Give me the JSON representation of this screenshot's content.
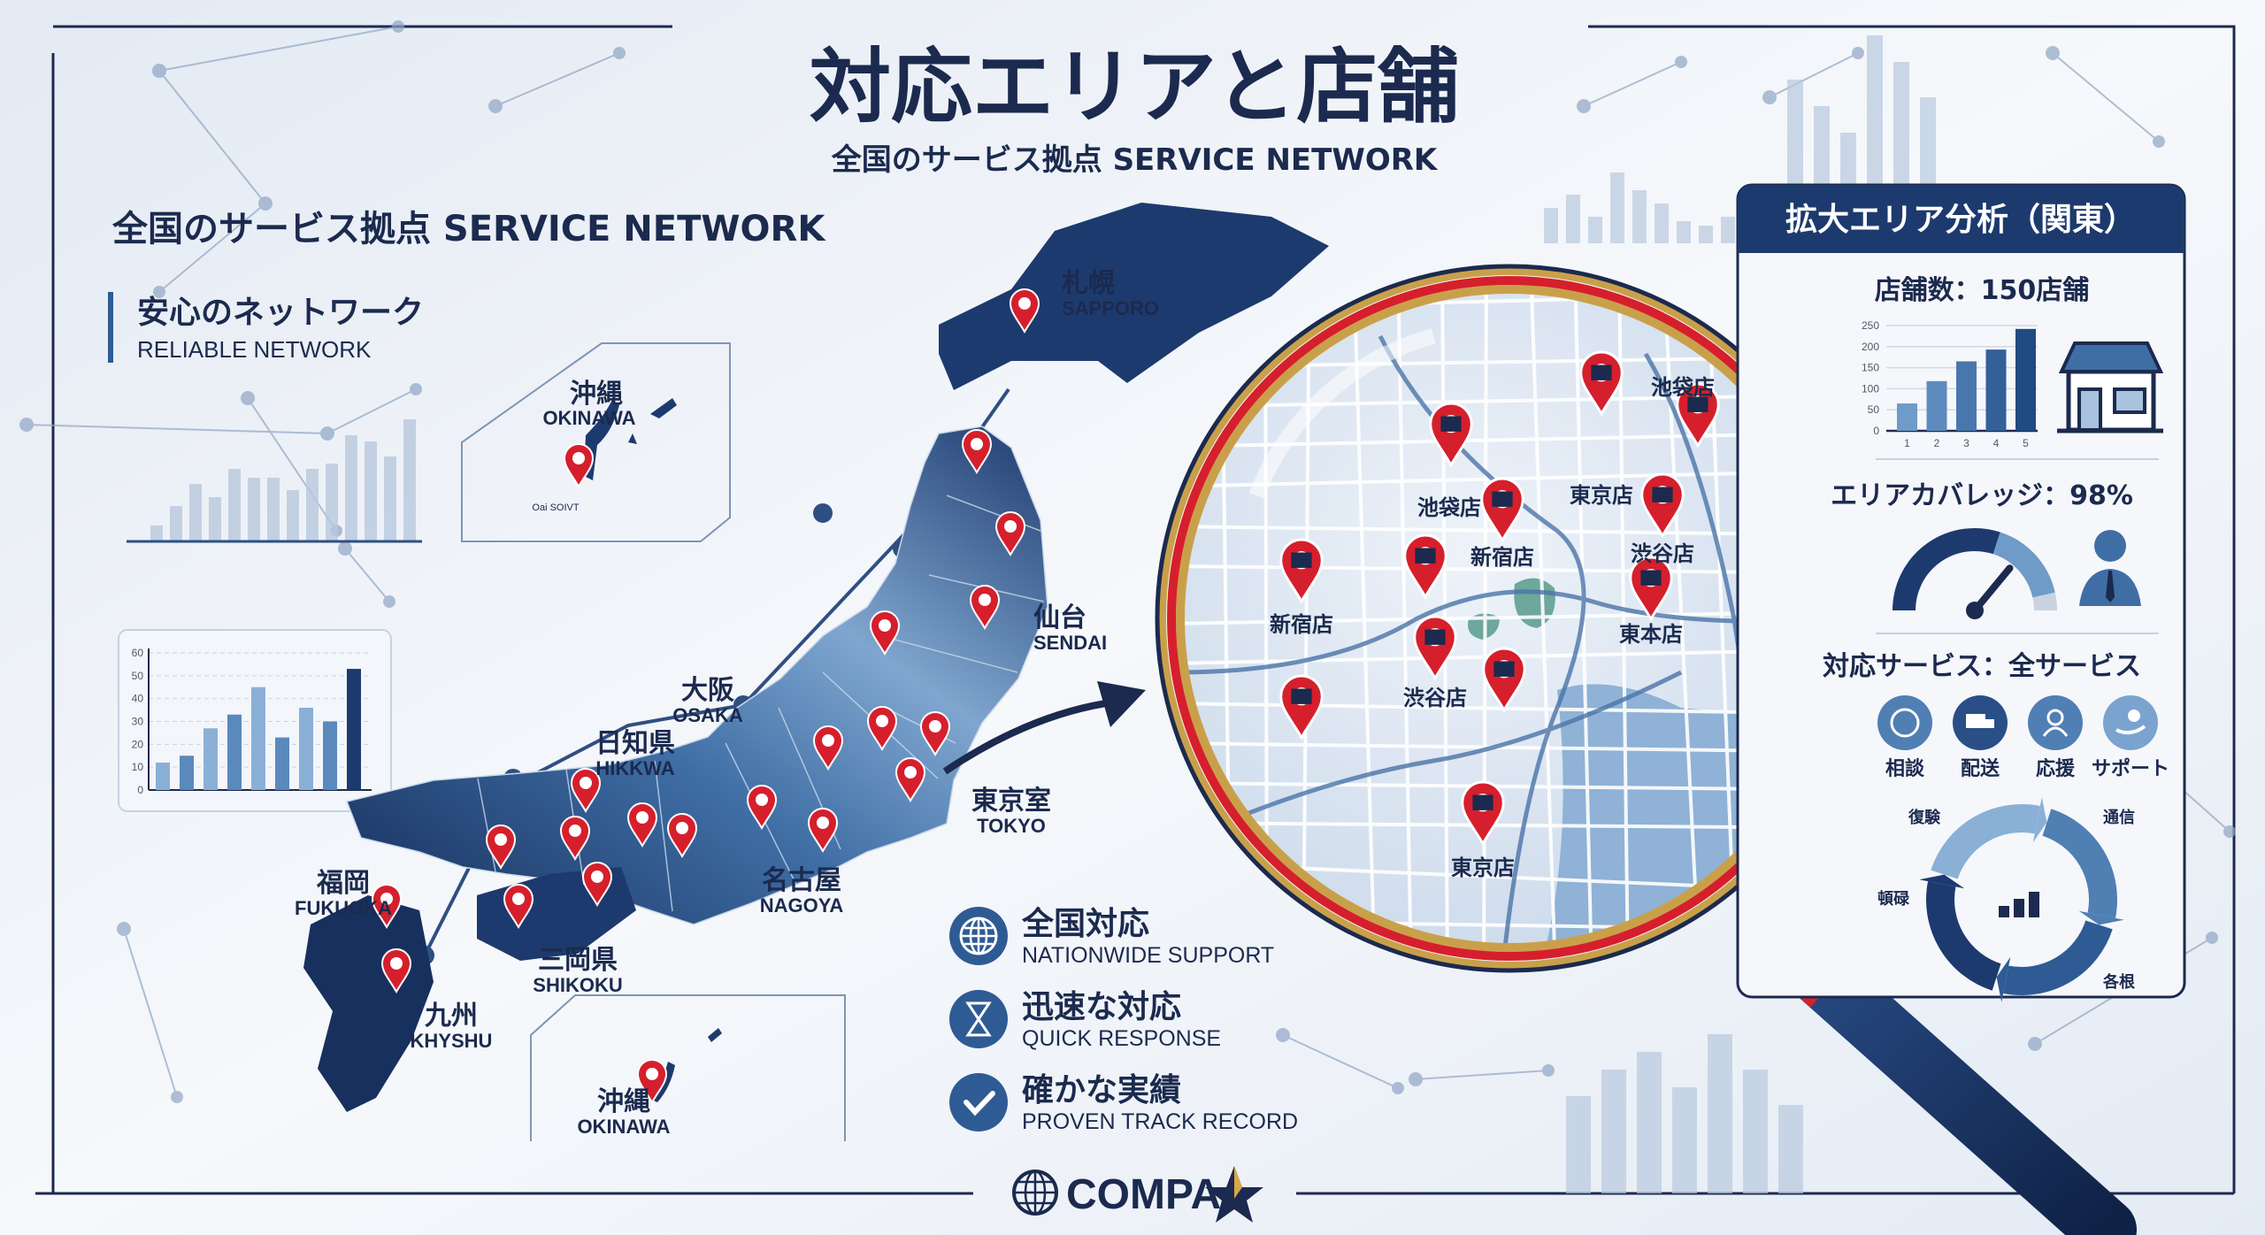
{
  "title": "対応エリアと店舗",
  "subtitle": "全国のサービス拠点 SERVICE NETWORK",
  "left": {
    "heading": "全国のサービス拠点 SERVICE NETWORK",
    "section_jp": "安心のネットワーク",
    "section_en": "RELIABLE NETWORK",
    "chart_ticks": [
      "0",
      "10",
      "20",
      "30",
      "40",
      "50",
      "60"
    ]
  },
  "map": {
    "cities": [
      {
        "jp": "札幌",
        "en": "SAPPORO"
      },
      {
        "jp": "仙台",
        "en": "SENDAI"
      },
      {
        "jp": "大阪",
        "en": "OSAKA"
      },
      {
        "jp": "日知県",
        "en": "HIKKWA"
      },
      {
        "jp": "東京室",
        "en": "TOKYO"
      },
      {
        "jp": "名古屋",
        "en": "NAGOYA"
      },
      {
        "jp": "福岡",
        "en": "FUKUOKA"
      },
      {
        "jp": "三岡県",
        "en": "SHIKOKU"
      },
      {
        "jp": "九州",
        "en": "KHYSHU"
      },
      {
        "jp": "沖縄",
        "en": "OKINAWA"
      }
    ],
    "inset": {
      "jp": "沖縄",
      "en": "OKINAWA",
      "small": "Oai SOIVT"
    },
    "pin_color": "#d61f2c",
    "land_color": "#1d3a6e"
  },
  "magnifier": {
    "labels": [
      "池袋店",
      "池袋店",
      "新宿店",
      "東京店",
      "渋谷店",
      "新宿店",
      "東本店",
      "渋谷店",
      "東京店"
    ]
  },
  "features": [
    {
      "icon": "globe-icon",
      "jp": "全国対応",
      "en": "NATIONWIDE SUPPORT"
    },
    {
      "icon": "hourglass-icon",
      "jp": "迅速な対応",
      "en": "QUICK RESPONSE"
    },
    {
      "icon": "check-icon",
      "jp": "確かな実績",
      "en": "PROVEN TRACK RECORD"
    }
  ],
  "logo": {
    "text": "COMPA"
  },
  "panel": {
    "header": "拡大エリア分析（関東）",
    "stores": "店舗数：150店舗",
    "coverage": "エリアカバレッジ：98%",
    "coverage_value": 98,
    "services_title": "対応サービス：全サービス",
    "services": [
      {
        "icon": "chat-icon",
        "label": "相談"
      },
      {
        "icon": "truck-icon",
        "label": "配送"
      },
      {
        "icon": "person-icon",
        "label": "応援"
      },
      {
        "icon": "hand-coin-icon",
        "label": "サポート"
      }
    ],
    "cycle_labels": [
      "復験",
      "通信",
      "頓碌",
      "各根"
    ]
  },
  "chart_data": [
    {
      "type": "bar",
      "categories": [
        "1",
        "2",
        "3",
        "4",
        "5"
      ],
      "values": [
        65,
        118,
        165,
        193,
        242
      ],
      "ylim": [
        0,
        250
      ],
      "yticks": [
        "0",
        "50",
        "100",
        "150",
        "200",
        "250"
      ],
      "grid": true
    },
    {
      "type": "bar",
      "values": [
        12,
        15,
        27,
        33,
        45,
        23,
        36,
        30,
        53
      ],
      "ylim": [
        0,
        60
      ],
      "grid": true
    }
  ],
  "colors": {
    "navy": "#1b2a4e",
    "accent_red": "#d61f2c",
    "gold": "#c9a04a",
    "mid_blue": "#3f6ea5",
    "light_blue": "#a9c3df"
  }
}
